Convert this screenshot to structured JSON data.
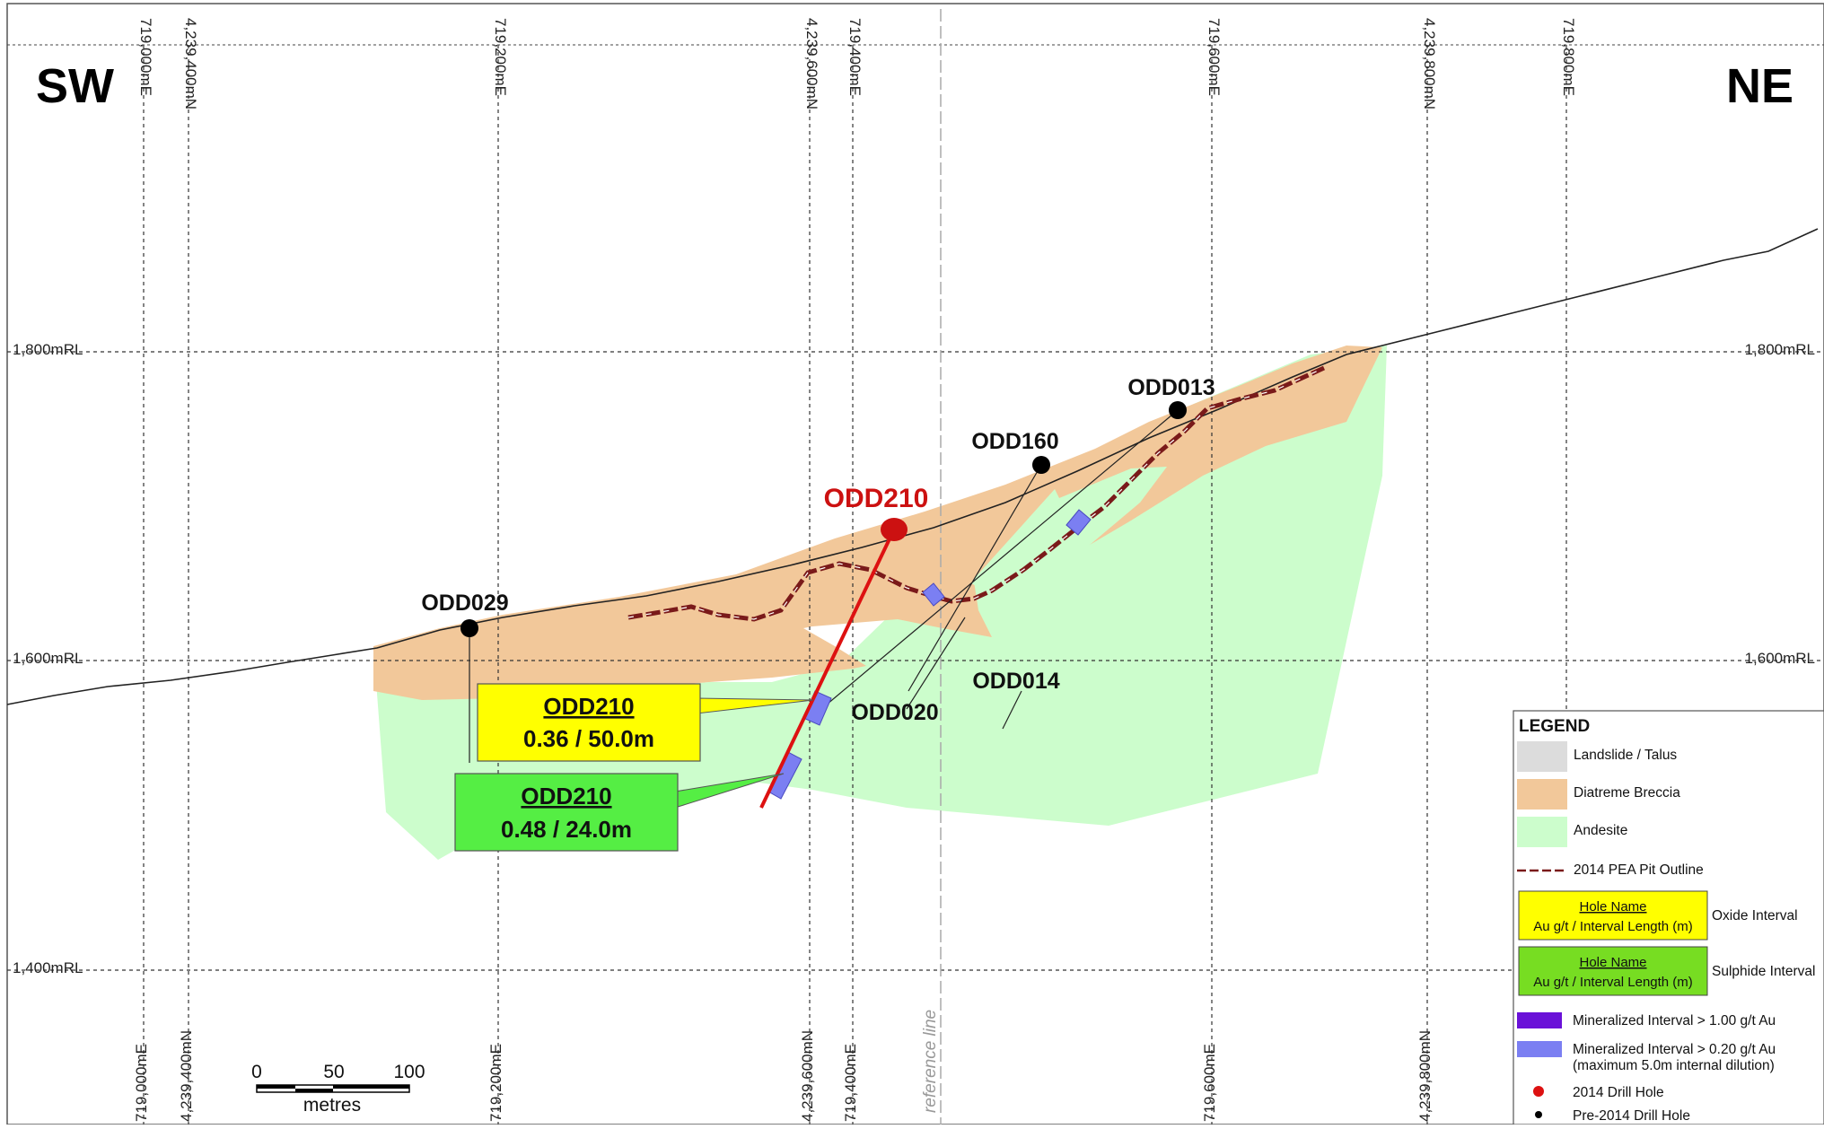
{
  "section": {
    "left_direction": "SW",
    "right_direction": "NE",
    "reference_line_label": "reference line"
  },
  "grid": {
    "eastings": [
      "719,000mE",
      "719,200mE",
      "719,400mE",
      "719,600mE",
      "719,800mE"
    ],
    "northings": [
      "4,239,400mN",
      "4,239,600mN",
      "4,239,800mN"
    ],
    "elevations": [
      "1,800mRL",
      "1,600mRL",
      "1,400mRL"
    ]
  },
  "drill_holes": {
    "highlight": {
      "name": "ODD210",
      "type": "2014 Drill Hole"
    },
    "others": [
      "ODD013",
      "ODD160",
      "ODD029",
      "ODD020",
      "ODD014"
    ]
  },
  "callouts": [
    {
      "hole_name": "ODD210",
      "value": "0.36 / 50.0m",
      "kind": "Oxide Interval",
      "color": "#ffff00"
    },
    {
      "hole_name": "ODD210",
      "value": "0.48 / 24.0m",
      "kind": "Sulphide Interval",
      "color": "#55ee44"
    }
  ],
  "scale_bar": {
    "ticks": [
      "0",
      "50",
      "100"
    ],
    "unit": "metres"
  },
  "colors": {
    "andesite": "#ccfdcc",
    "diatreme_breccia": "#f2c89a",
    "landslide_talus": "#dcdcdc",
    "drill_2014": "#cc1111",
    "pit_outline": "#7a1a1a",
    "mineralized_high": "#6a11d8",
    "mineralized_low": "#7b7ff2"
  },
  "legend": {
    "title": "LEGEND",
    "items": [
      {
        "label": "Landslide / Talus",
        "symbol": "swatch",
        "color": "#dcdcdc"
      },
      {
        "label": "Diatreme Breccia",
        "symbol": "swatch",
        "color": "#f2c89a"
      },
      {
        "label": "Andesite",
        "symbol": "swatch",
        "color": "#ccfdcc"
      },
      {
        "label": "2014 PEA Pit Outline",
        "symbol": "dashed-line",
        "color": "#7a1a1a"
      },
      {
        "label": "Oxide Interval",
        "symbol": "box",
        "color": "#ffff00",
        "box_line1": "Hole Name",
        "box_line2": "Au g/t / Interval Length (m)"
      },
      {
        "label": "Sulphide Interval",
        "symbol": "box",
        "color": "#77dd22",
        "box_line1": "Hole Name",
        "box_line2": "Au g/t / Interval Length (m)"
      },
      {
        "label": "Mineralized Interval > 1.00 g/t Au",
        "symbol": "bar",
        "color": "#6a11d8"
      },
      {
        "label": "Mineralized Interval > 0.20 g/t Au",
        "label2": "(maximum 5.0m internal dilution)",
        "symbol": "bar",
        "color": "#7b7ff2"
      },
      {
        "label": "2014 Drill Hole",
        "symbol": "dot",
        "color": "#dd1111"
      },
      {
        "label": "Pre-2014 Drill Hole",
        "symbol": "dot",
        "color": "#000000"
      }
    ]
  }
}
